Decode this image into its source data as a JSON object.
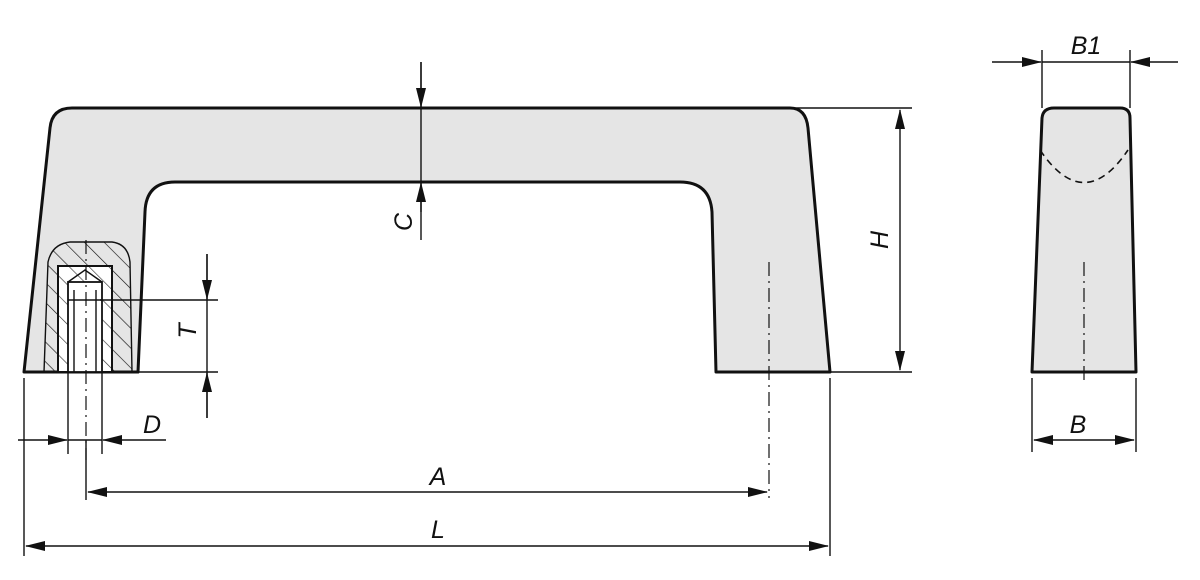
{
  "labels": {
    "C": "C",
    "H": "H",
    "T": "T",
    "D": "D",
    "A": "A",
    "L": "L",
    "B1": "B1",
    "B": "B"
  },
  "colors": {
    "fill": "#e5e5e5",
    "line": "#111111",
    "background": "#ffffff"
  }
}
